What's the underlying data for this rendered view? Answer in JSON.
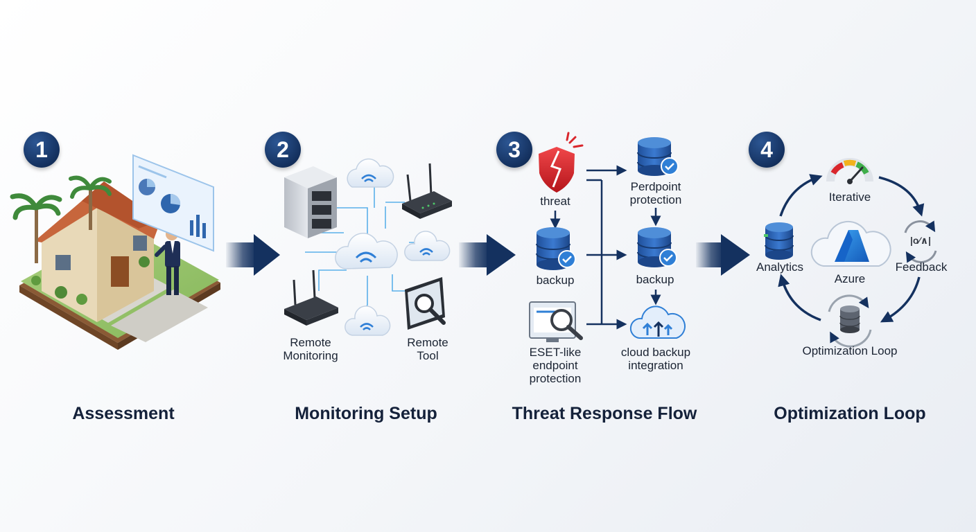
{
  "stages": [
    {
      "number": "1",
      "title": "Assessment"
    },
    {
      "number": "2",
      "title": "Monitoring Setup"
    },
    {
      "number": "3",
      "title": "Threat Response Flow"
    },
    {
      "number": "4",
      "title": "Optimization Loop"
    }
  ],
  "monitoring": {
    "remote_monitoring_label": "Remote\nMonitoring",
    "remote_tool_label": "Remote\nTool"
  },
  "threat_flow": {
    "threat_label": "threat",
    "backup_left_label": "backup",
    "endpoint_label": "ESET-like\nendpoint\nprotection",
    "perdpoint_label": "Perdpoint\nprotection",
    "backup_right_label": "backup",
    "cloud_label": "cloud backup\nintegration"
  },
  "optimization": {
    "iterative_label": "Iterative",
    "analytics_label": "Analytics",
    "azure_label": "Azure",
    "feedback_label": "Feedback",
    "feedback_icon_text": "|o⁄∧|",
    "loop_label": "Optimization Loop"
  },
  "colors": {
    "navy": "#14315f",
    "accent_blue": "#2f7fd6",
    "threat_red": "#d9262c",
    "line_blue": "#5ab0ea"
  }
}
